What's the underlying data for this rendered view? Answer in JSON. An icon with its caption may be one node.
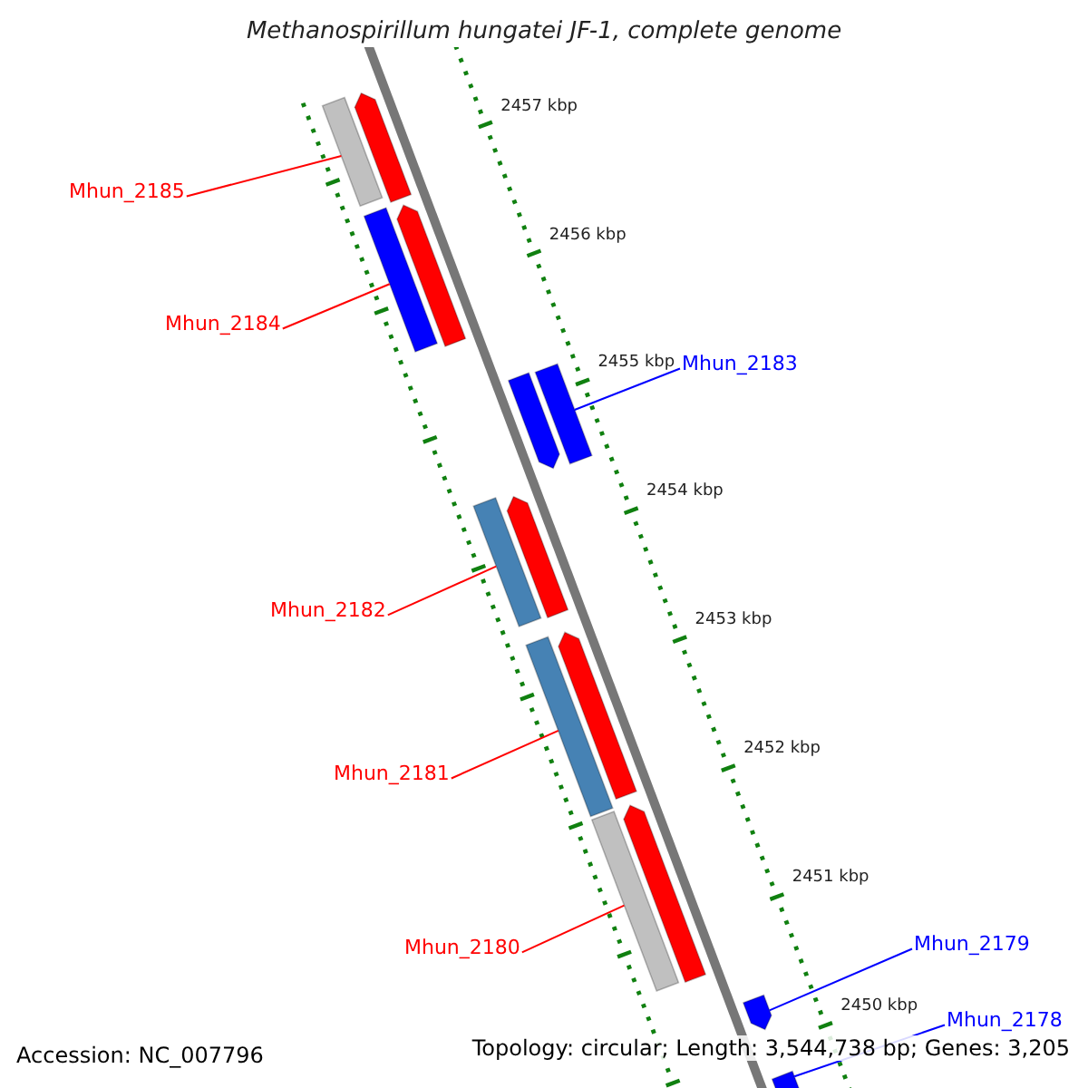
{
  "diagram": {
    "title": "Methanospirillum hungatei JF-1, complete genome",
    "nodes": [
      {
        "text": [],
        "shape": "arrow"
      },
      {
        "text": [],
        "shape": "bar"
      },
      {
        "text": [
          "Mhun_2185"
        ]
      },
      {
        "text": [],
        "shape": "bar"
      },
      {
        "text": [],
        "shape": "arrow"
      },
      {
        "text": [
          "Mhun_2184"
        ]
      },
      {
        "text": [
          "Mhun_2183"
        ]
      },
      {
        "text": [],
        "shape": "bar"
      },
      {
        "text": [],
        "shape": "arrow"
      },
      {
        "text": [],
        "shape": "arrow"
      },
      {
        "text": [],
        "shape": "bar"
      },
      {
        "text": [
          "Mhun_2182"
        ]
      },
      {
        "text": [],
        "shape": "arrow"
      },
      {
        "text": [],
        "shape": "bar"
      },
      {
        "text": [
          "Mhun_2181"
        ]
      },
      {
        "text": [],
        "shape": "arrow"
      },
      {
        "text": [],
        "shape": "bar"
      },
      {
        "text": [
          "Mhun_2180"
        ]
      },
      {
        "text": [
          "Mhun_2179"
        ]
      },
      {
        "text": [],
        "shape": "arrow"
      },
      {
        "text": [
          "Mhun_2178"
        ]
      },
      {
        "text": [],
        "shape": "bar"
      }
    ],
    "edges": [
      {
        "from": 2,
        "to": 1,
        "arrow": "none"
      },
      {
        "from": 5,
        "to": 3,
        "arrow": "none"
      },
      {
        "from": 6,
        "to": 7,
        "arrow": "none",
        "color": "#0000ff"
      },
      {
        "from": 11,
        "to": 10,
        "arrow": "none"
      },
      {
        "from": 14,
        "to": 13,
        "arrow": "none"
      },
      {
        "from": 17,
        "to": 16,
        "arrow": "none"
      },
      {
        "from": 18,
        "to": 19,
        "arrow": "none",
        "color": "#0000ff"
      },
      {
        "from": 20,
        "to": 21,
        "arrow": "none",
        "color": "#0000ff"
      }
    ],
    "labels": [
      "2457 kbp",
      "2456 kbp",
      "2455 kbp",
      "2454 kbp",
      "2453 kbp",
      "2452 kbp",
      "2451 kbp",
      "2450 kbp",
      "Accession: NC_007796",
      "Topology: circular; Length: 3,544,738 bp; Genes: 3,205"
    ]
  }
}
